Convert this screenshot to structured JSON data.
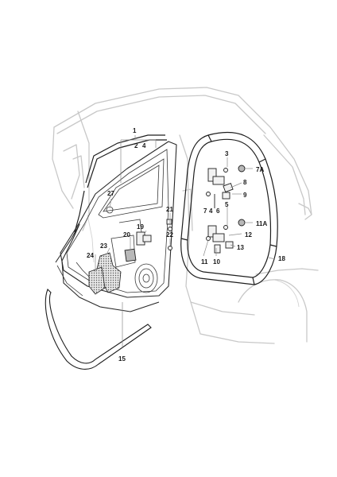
{
  "callouts": {
    "c1": "1",
    "c2": "2",
    "c4a": "4",
    "c3": "3",
    "c7a": "7A",
    "c8": "8",
    "c9": "9",
    "c7": "7",
    "c4b": "4",
    "c6": "6",
    "c5": "5",
    "c11a": "11A",
    "c12": "12",
    "c13": "13",
    "c11": "11",
    "c10": "10",
    "c18": "18",
    "c27": "27",
    "c21": "21",
    "c19": "19",
    "c20": "20",
    "c22": "22",
    "c23": "23",
    "c24": "24",
    "c15": "15"
  }
}
